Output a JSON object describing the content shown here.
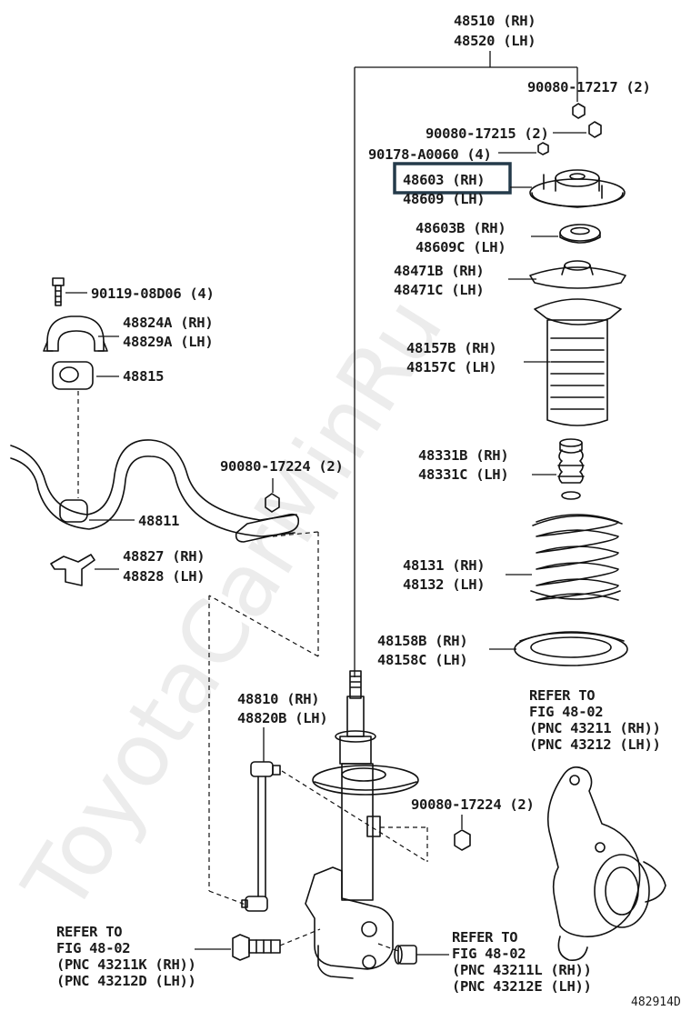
{
  "watermark": "ToyotaCarMinRu",
  "highlight_color": "#243a4a",
  "diagram_code": "482914D",
  "parts": {
    "strut_assembly": [
      "48510 (RH)",
      "48520 (LH)"
    ],
    "nut_upper": "90080-17217 (2)",
    "nut_mount": "90080-17215 (2)",
    "nut_small": "90178-A0060 (4)",
    "support": [
      "48603 (RH)",
      "48609 (LH)"
    ],
    "bearing": [
      "48603B (RH)",
      "48609C (LH)"
    ],
    "spring_seat_upper": [
      "48471B (RH)",
      "48471C (LH)"
    ],
    "bump_stopper": [
      "48157B (RH)",
      "48157C (LH)"
    ],
    "boot": [
      "48331B (RH)",
      "48331C (LH)"
    ],
    "coil_spring": [
      "48131 (RH)",
      "48132 (LH)"
    ],
    "spring_insulator": [
      "48158B (RH)",
      "48158C (LH)"
    ],
    "bolt_bracket": "90119-08D06 (4)",
    "bracket": [
      "48824A (RH)",
      "48829A (LH)"
    ],
    "bushing": "48815",
    "stabilizer_bar": "48811",
    "nut_link_upper": "90080-17224 (2)",
    "clamp": [
      "48827 (RH)",
      "48828 (LH)"
    ],
    "link": [
      "48810 (RH)",
      "48820B (LH)"
    ],
    "nut_link_lower": "90080-17224 (2)"
  },
  "refs": {
    "knuckle": [
      "REFER TO",
      "FIG 48-02",
      "(PNC 43211 (RH))",
      "(PNC 43212 (LH))"
    ],
    "bolt_left": [
      "REFER TO",
      "FIG 48-02",
      "(PNC 43211K (RH))",
      "(PNC 43212D (LH))"
    ],
    "bolt_right": [
      "REFER TO",
      "FIG 48-02",
      "(PNC 43211L (RH))",
      "(PNC 43212E (LH))"
    ]
  },
  "icons": {
    "nut": "hex-nut-icon",
    "bolt": "bolt-icon",
    "spring": "coil-spring-icon",
    "strut": "shock-absorber-icon",
    "knuckle": "steering-knuckle-icon",
    "stabilizer": "stabilizer-bar-icon"
  }
}
